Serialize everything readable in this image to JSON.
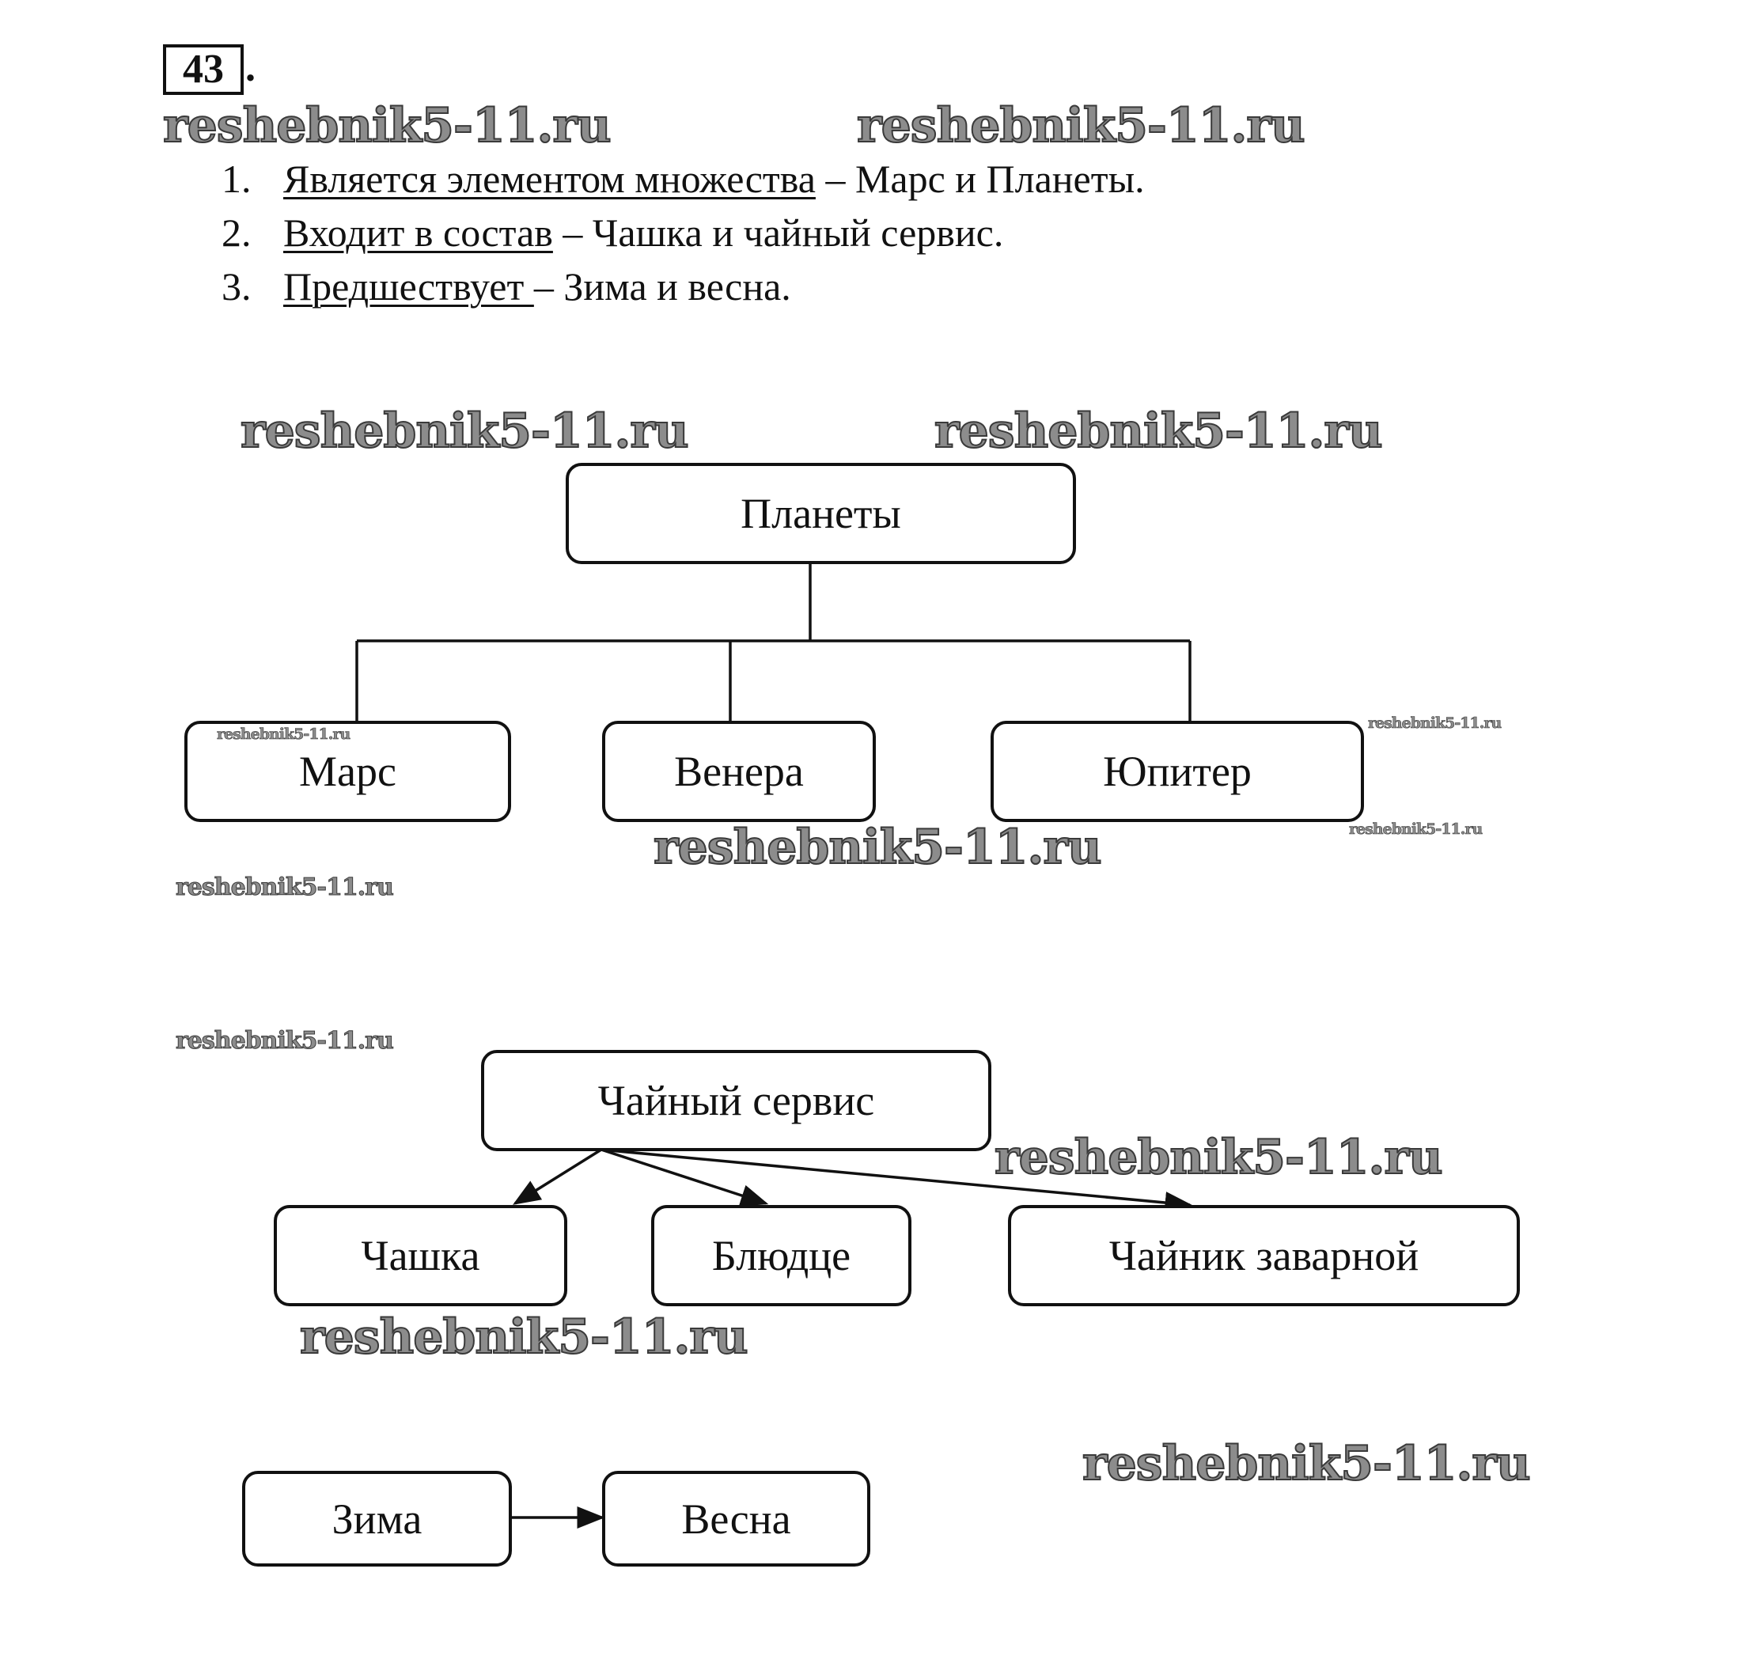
{
  "task": {
    "number": "43",
    "dot": "."
  },
  "statements": [
    {
      "num": "1.",
      "relation": "Является элементом множества",
      "rest": " – Марс и Планеты."
    },
    {
      "num": "2.",
      "relation": "Входит в состав",
      "rest": " – Чашка и чайный сервис."
    },
    {
      "num": "3.",
      "relation": "Предшествует ",
      "rest": "– Зима и весна."
    }
  ],
  "diagram1": {
    "root": "Планеты",
    "children": [
      "Марс",
      "Венера",
      "Юпитер"
    ]
  },
  "diagram2": {
    "root": "Чайный сервис",
    "children": [
      "Чашка",
      "Блюдце",
      "Чайник заварной"
    ]
  },
  "diagram3": {
    "from": "Зима",
    "to": "Весна"
  },
  "watermark": "reshebnik5-11.ru"
}
